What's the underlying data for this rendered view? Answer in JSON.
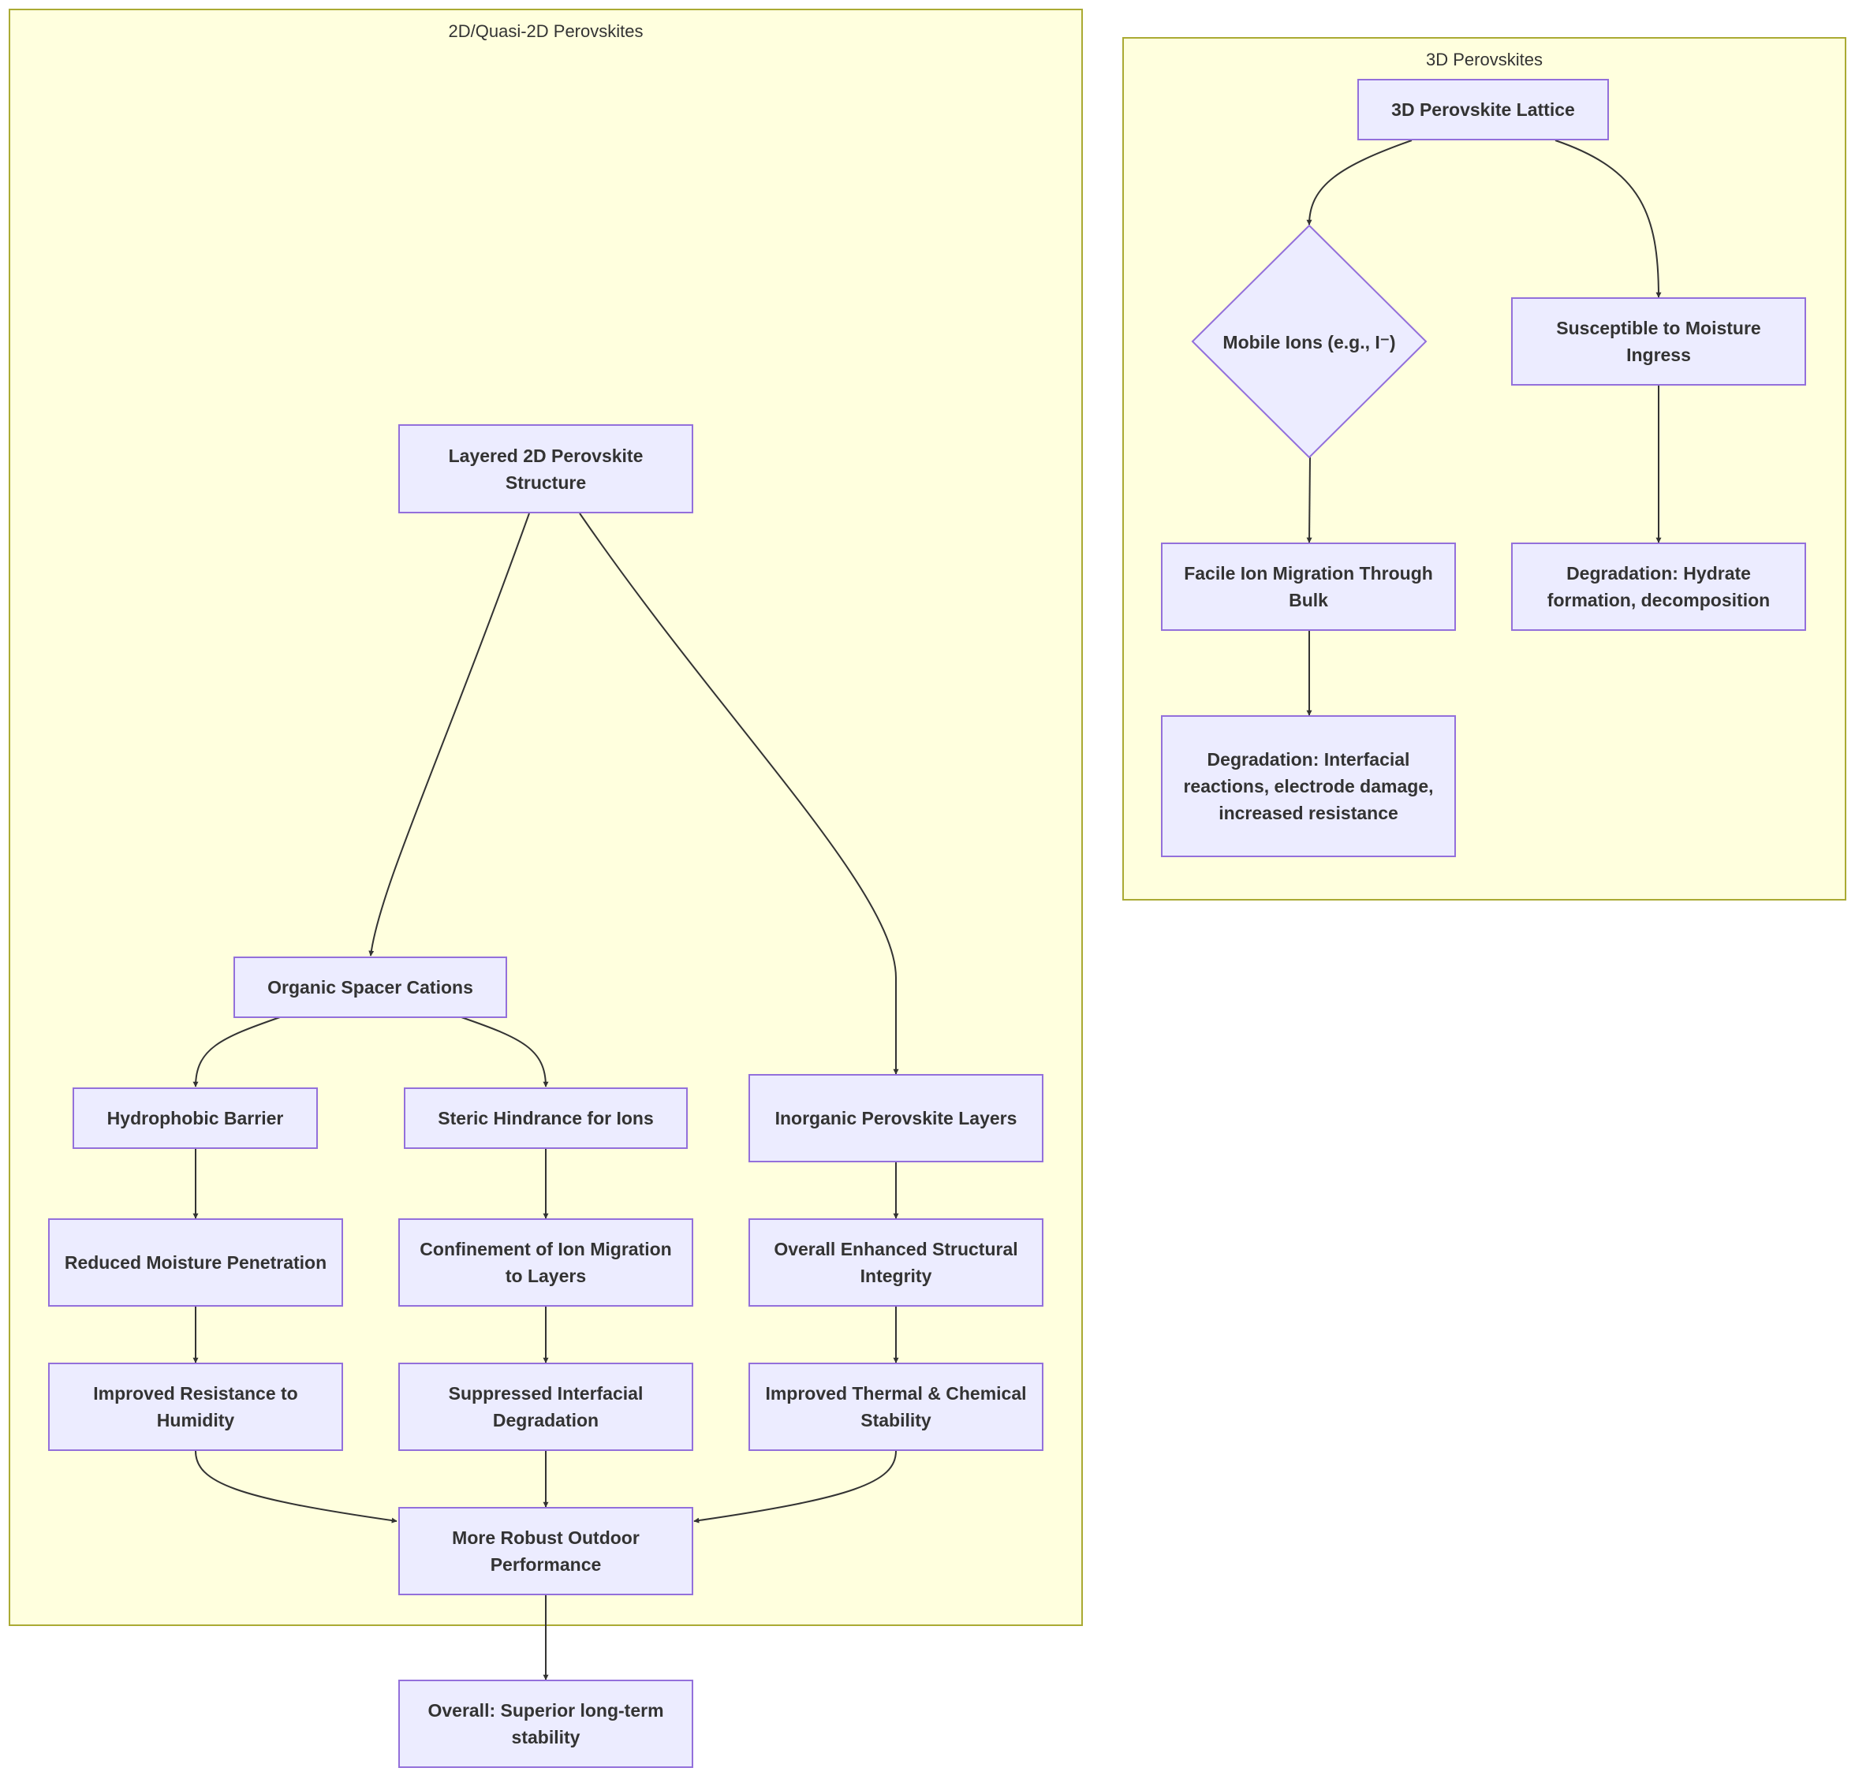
{
  "clusters": {
    "quasi2d": {
      "title": "2D/Quasi-2D Perovskites"
    },
    "perov3d": {
      "title": "3D Perovskites"
    }
  },
  "nodes": {
    "layered": "Layered 2D Perovskite Structure",
    "spacer": "Organic Spacer Cations",
    "hydrophobic": "Hydrophobic Barrier",
    "steric": "Steric Hindrance for Ions",
    "inorganic": "Inorganic Perovskite Layers",
    "reduced_moisture": "Reduced Moisture Penetration",
    "confinement": "Confinement of Ion Migration to Layers",
    "structural": "Overall Enhanced Structural Integrity",
    "humidity": "Improved Resistance to Humidity",
    "suppressed": "Suppressed Interfacial Degradation",
    "thermal": "Improved Thermal & Chemical Stability",
    "robust": "More Robust Outdoor Performance",
    "overall": "Overall: Superior long-term stability",
    "lattice": "3D Perovskite Lattice",
    "mobile_ions": "Mobile Ions (e.g., I⁻)",
    "susceptible": "Susceptible to Moisture Ingress",
    "facile": "Facile Ion Migration Through Bulk",
    "hydrate": "Degradation: Hydrate formation, decomposition",
    "interfacial": "Degradation: Interfacial reactions, electrode damage, increased resistance"
  },
  "colors": {
    "cluster_fill": "#ffffde",
    "cluster_border": "#aaaa33",
    "node_fill": "#ececff",
    "node_border": "#9370db",
    "edge": "#333333",
    "text": "#333333"
  }
}
